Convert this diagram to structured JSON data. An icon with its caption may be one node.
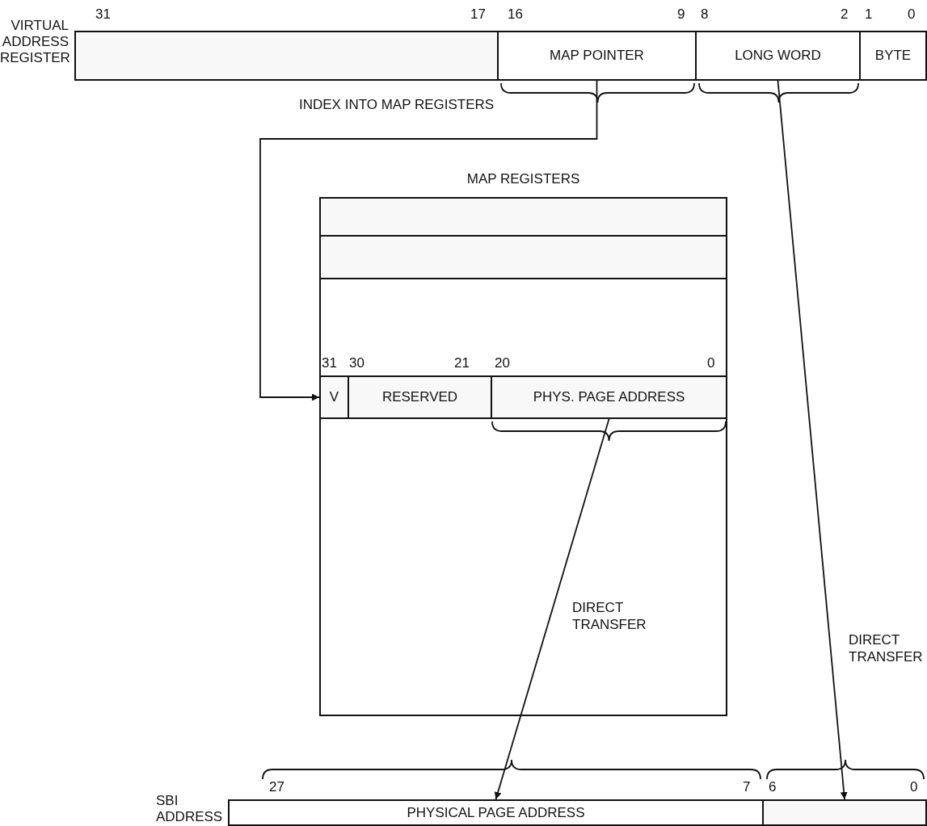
{
  "diagram": {
    "nodes": [
      {
        "text": [
          "VIRTUAL ADDRESS REGISTER"
        ]
      },
      {
        "text": [],
        "shape": "box",
        "in": 0
      },
      {
        "text": [
          "MAP POINTER"
        ],
        "in": 0
      },
      {
        "text": [
          "LONG WORD"
        ],
        "in": 0
      },
      {
        "text": [
          "BYTE"
        ],
        "in": 0
      },
      {
        "text": [
          "MAP REGISTERS"
        ]
      },
      {
        "text": [],
        "shape": "box",
        "in": 5
      },
      {
        "text": [],
        "shape": "box",
        "in": 5
      },
      {
        "text": [],
        "shape": "box",
        "in": 5
      },
      {
        "text": [
          "V"
        ],
        "in": 8
      },
      {
        "text": [
          "RESERVED"
        ],
        "in": 8
      },
      {
        "text": [
          "PHYS. PAGE ADDRESS"
        ],
        "in": 8
      },
      {
        "text": [
          "SBI ADDRESS"
        ]
      },
      {
        "text": [
          "PHYSICAL PAGE ADDRESS"
        ],
        "in": 12
      },
      {
        "text": [],
        "shape": "box",
        "in": 12
      }
    ],
    "edges": [
      {
        "from": 2,
        "to": 9,
        "arrow": "to",
        "label": "INDEX INTO MAP REGISTERS"
      },
      {
        "from": 11,
        "to": 13,
        "arrow": "to",
        "label": "DIRECT TRANSFER"
      },
      {
        "from": 3,
        "to": 14,
        "arrow": "to",
        "label": "DIRECT TRANSFER"
      }
    ],
    "labels": [
      "31",
      "17",
      "16",
      "9",
      "8",
      "2",
      "1",
      "0",
      "31",
      "30",
      "21",
      "20",
      "0",
      "27",
      "7",
      "6",
      "0"
    ]
  }
}
